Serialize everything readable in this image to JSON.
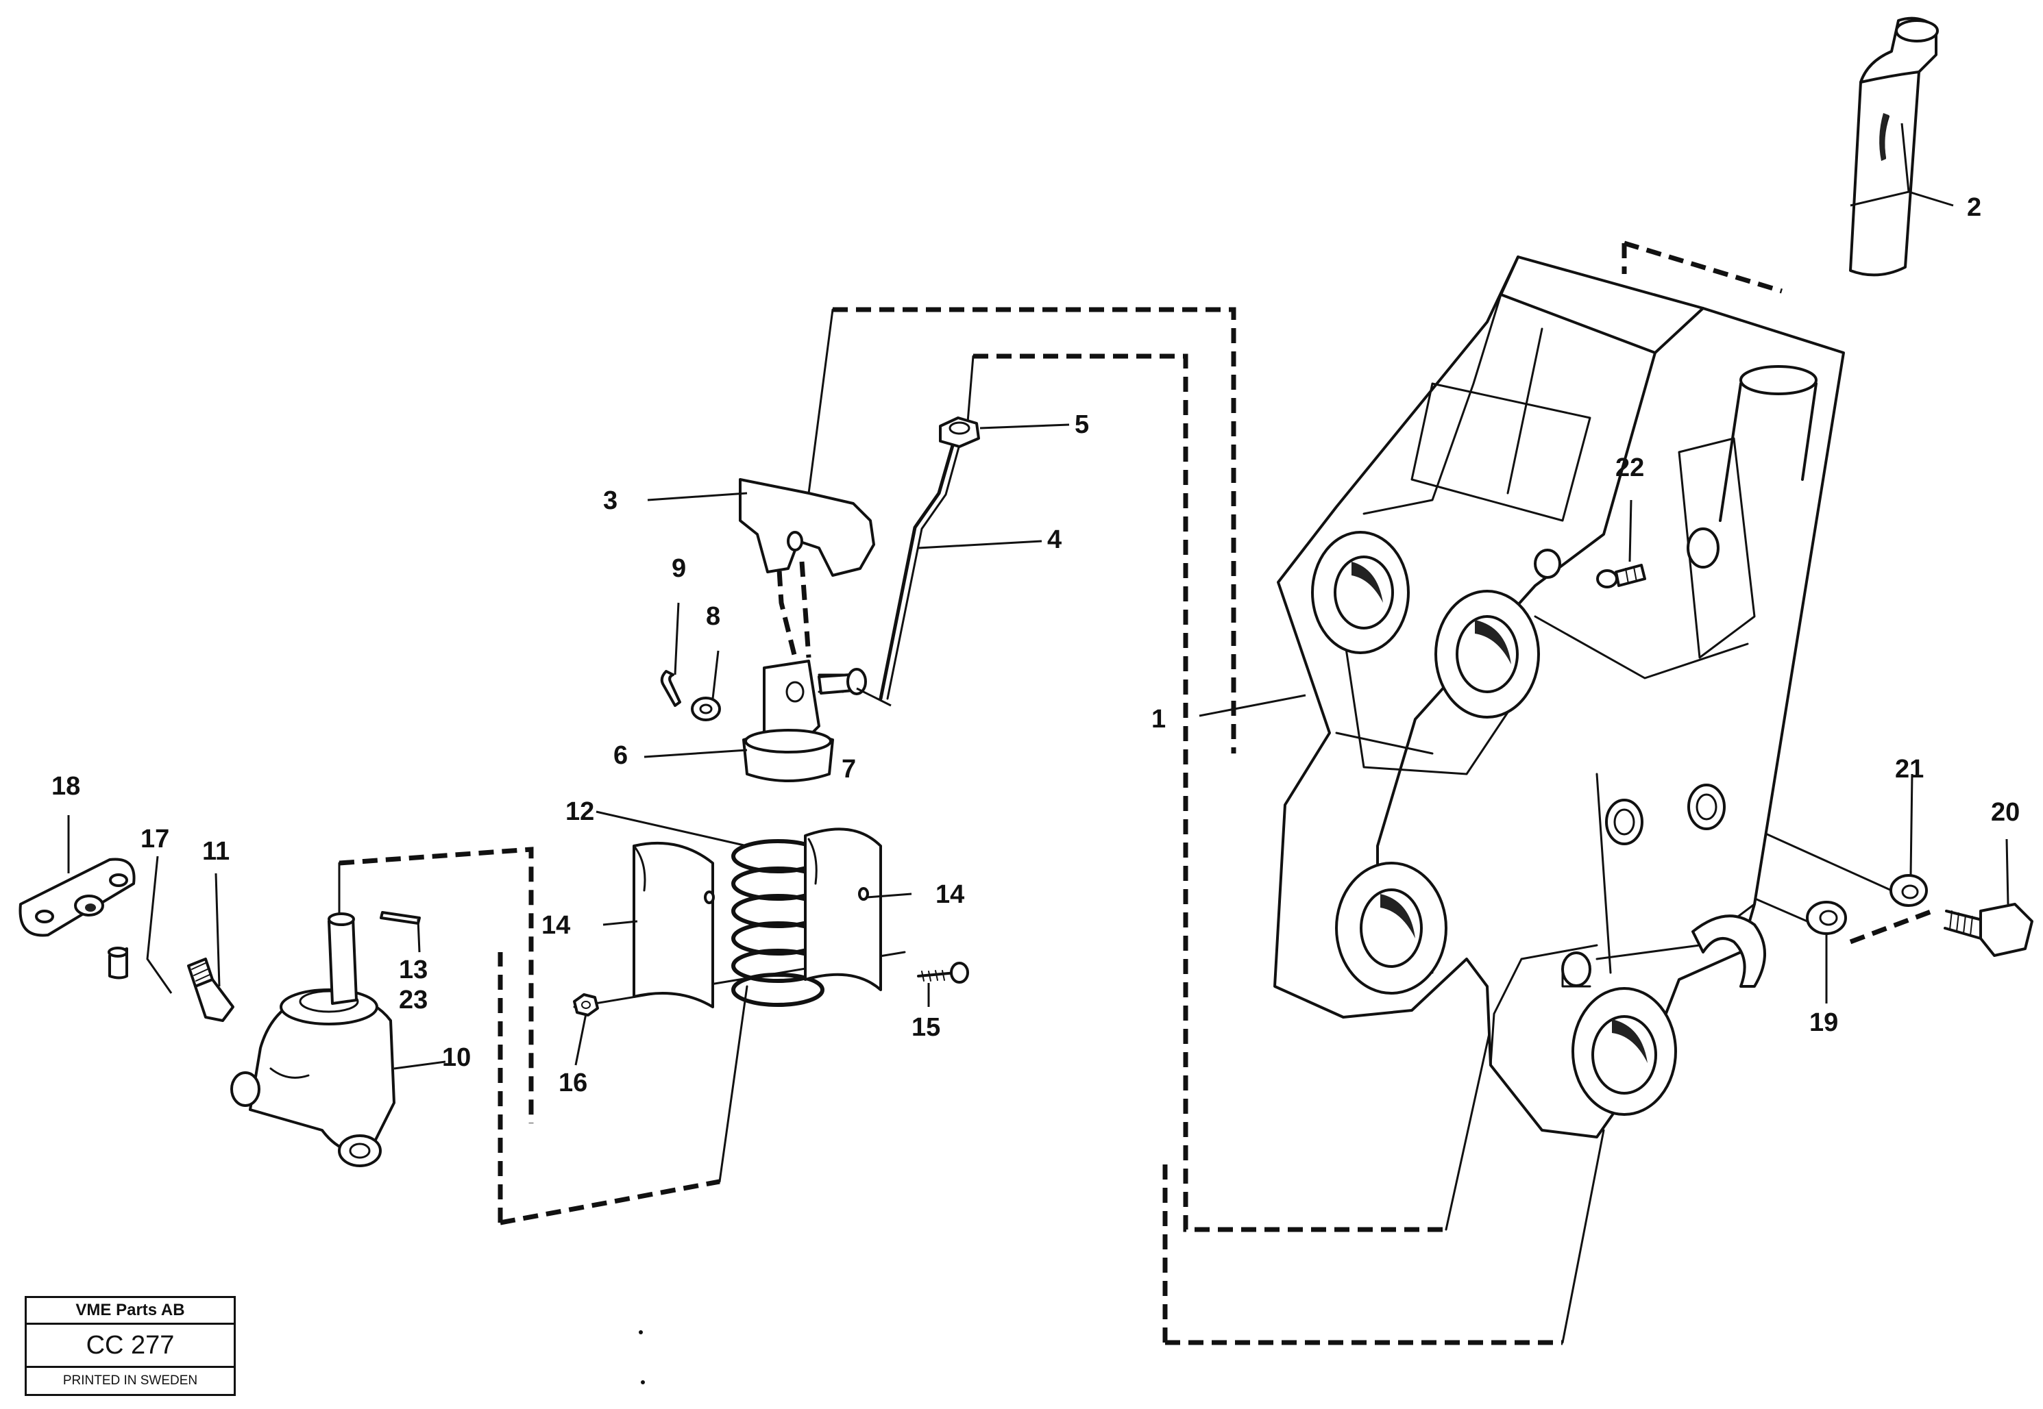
{
  "callouts": {
    "c1": "1",
    "c2": "2",
    "c3": "3",
    "c4": "4",
    "c5": "5",
    "c6": "6",
    "c7": "7",
    "c8": "8",
    "c9": "9",
    "c10": "10",
    "c11": "11",
    "c12": "12",
    "c13": "13",
    "c14a": "14",
    "c14b": "14",
    "c15": "15",
    "c16": "16",
    "c17": "17",
    "c18": "18",
    "c19": "19",
    "c20": "20",
    "c21": "21",
    "c22": "22",
    "c23": "23"
  },
  "title_block": {
    "company": "VME Parts AB",
    "code": "CC 277",
    "printed": "PRINTED IN SWEDEN"
  }
}
